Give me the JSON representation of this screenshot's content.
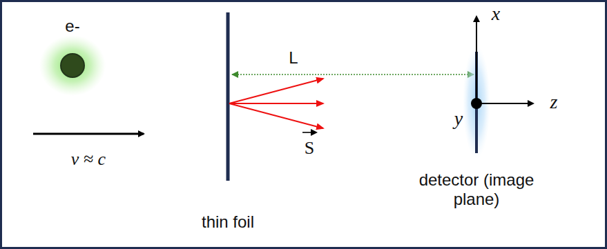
{
  "diagram": {
    "labels": [
      "e-",
      "v ≈ c",
      "thin foil",
      "L",
      "S",
      "detector (image plane)",
      "x",
      "y",
      "z"
    ]
  }
}
